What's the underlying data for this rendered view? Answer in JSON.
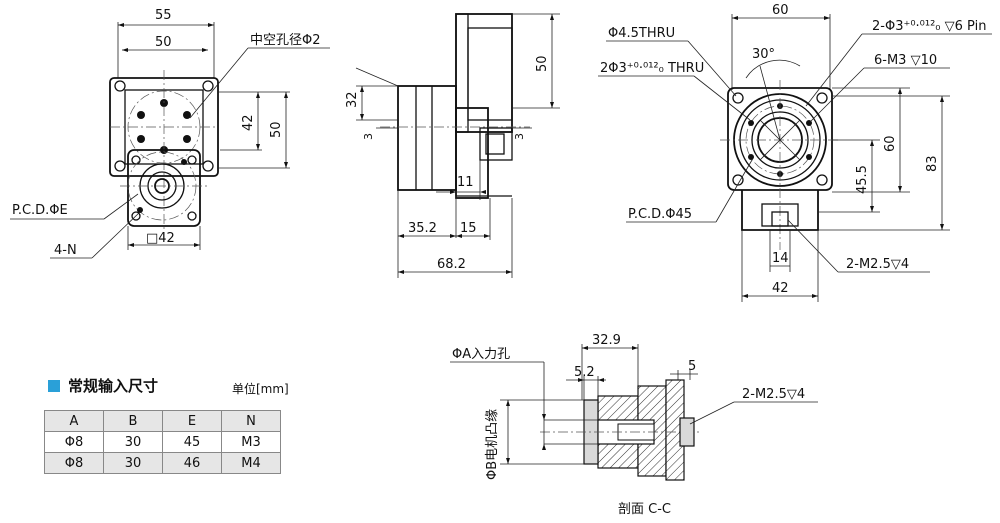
{
  "left_view": {
    "dim_55": "55",
    "dim_50_top": "50",
    "hollow_label": "中空孔径Φ2",
    "dim_42_right": "42",
    "dim_50_right": "50",
    "pcd_label": "P.C.D.ΦE",
    "holes_label": "4-N",
    "square_label": "□42"
  },
  "side_view": {
    "dim_50": "50",
    "dim_32": "32",
    "dim_3_a": "3",
    "dim_3_b": "3",
    "dim_11": "11",
    "dim_35_2": "35.2",
    "dim_15": "15",
    "dim_68_2": "68.2"
  },
  "right_view": {
    "dim_60_top": "60",
    "pin_label": "2-Φ3⁺⁰·⁰¹²₀ ▽6 Pin",
    "thru_label": "Φ4.5THRU",
    "angle_label": "30°",
    "pin_thru_label": "2Φ3⁺⁰·⁰¹²₀ THRU",
    "m3_label": "6-M3 ▽10",
    "dim_60_right": "60",
    "dim_83": "83",
    "dim_45_5": "45.5",
    "pcd45_label": "P.C.D.Φ45",
    "dim_14": "14",
    "m25_label": "2-M2.5▽4",
    "dim_42_bottom": "42"
  },
  "section_view": {
    "input_label": "ΦA入力孔",
    "dim_32_9": "32.9",
    "dim_5_2": "5.2",
    "dim_5": "5",
    "m25_label": "2-M2.5▽4",
    "motor_label": "ΦB电机凸缘",
    "caption": "剖面 C-C"
  },
  "spec_table": {
    "title": "常规输入尺寸",
    "unit": "单位[mm]",
    "headers": [
      "A",
      "B",
      "E",
      "N"
    ],
    "rows": [
      [
        "Φ8",
        "30",
        "45",
        "M3"
      ],
      [
        "Φ8",
        "30",
        "46",
        "M4"
      ]
    ]
  }
}
